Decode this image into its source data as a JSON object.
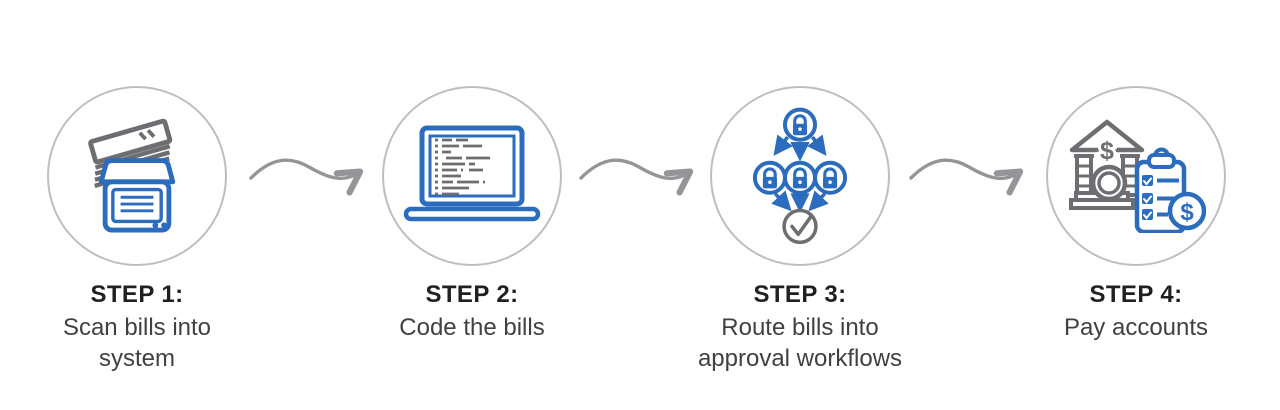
{
  "diagram": {
    "currency_symbol": "$",
    "steps": [
      {
        "label": "STEP 1:",
        "description": "Scan bills into system",
        "icon": "scanner-with-bills-icon"
      },
      {
        "label": "STEP 2:",
        "description": "Code the bills",
        "icon": "laptop-code-icon"
      },
      {
        "label": "STEP 3:",
        "description": "Route bills into approval workflows",
        "icon": "approval-workflow-icon"
      },
      {
        "label": "STEP 4:",
        "description": "Pay accounts",
        "icon": "bank-payment-icon"
      }
    ],
    "connectors": [
      {
        "from": "step-1",
        "to": "step-2",
        "style": "wavy-arrow"
      },
      {
        "from": "step-2",
        "to": "step-3",
        "style": "wavy-arrow"
      },
      {
        "from": "step-3",
        "to": "step-4",
        "style": "wavy-arrow"
      }
    ],
    "colors": {
      "accent_blue": "#2b6cbe",
      "icon_gray": "#6d6e71",
      "circle_ring": "#bcbec0",
      "arrow_gray": "#939598",
      "title_text": "#231f20",
      "body_text": "#414042",
      "background": "#ffffff"
    }
  }
}
